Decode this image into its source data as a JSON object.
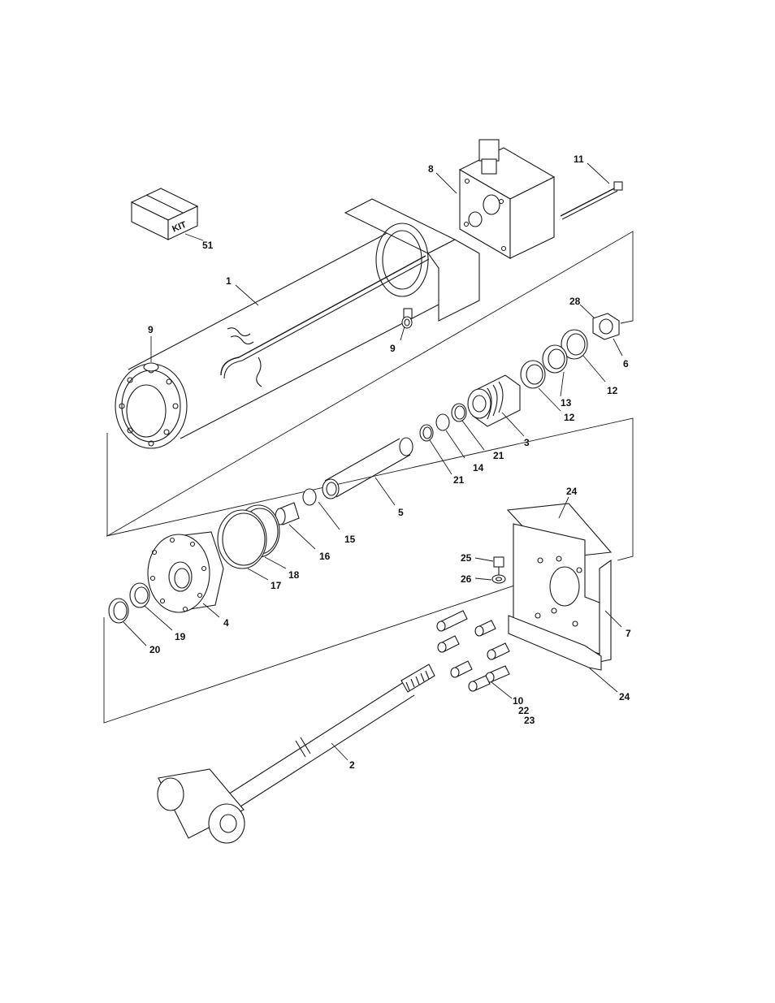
{
  "callouts": {
    "c1": "1",
    "c2": "2",
    "c3": "3",
    "c4": "4",
    "c5": "5",
    "c6": "6",
    "c7": "7",
    "c8": "8",
    "c9a": "9",
    "c9b": "9",
    "c10": "10",
    "c11": "11",
    "c12a": "12",
    "c12b": "12",
    "c13": "13",
    "c14": "14",
    "c15": "15",
    "c16": "16",
    "c17": "17",
    "c18": "18",
    "c19": "19",
    "c20": "20",
    "c21a": "21",
    "c21b": "21",
    "c22": "22",
    "c23": "23",
    "c24a": "24",
    "c24b": "24",
    "c25": "25",
    "c26": "26",
    "c28": "28",
    "c51": "51"
  },
  "kit_label": "KIT"
}
